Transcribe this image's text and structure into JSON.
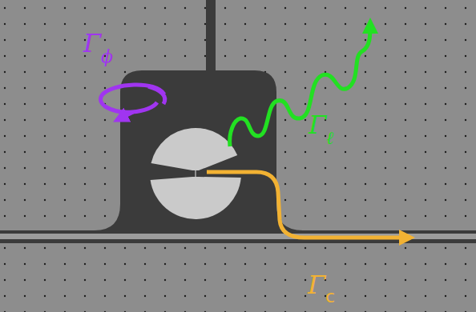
{
  "diagram": {
    "labels": [
      "Γ",
      "ϕ",
      "Γ",
      "ℓ",
      "Γ",
      "c"
    ]
  }
}
